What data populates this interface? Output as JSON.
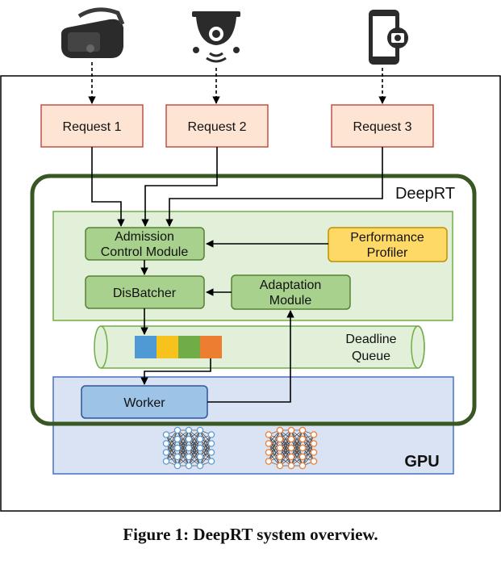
{
  "devices": {
    "vr": {
      "icon": "vr-headset-icon"
    },
    "camera": {
      "icon": "security-camera-icon"
    },
    "phone": {
      "icon": "smartphone-camera-icon"
    }
  },
  "requests": [
    "Request 1",
    "Request 2",
    "Request 3"
  ],
  "system": {
    "title": "DeepRT"
  },
  "modules": {
    "admission": [
      "Admission",
      "Control Module"
    ],
    "profiler": [
      "Performance",
      "Profiler"
    ],
    "disbatcher": "DisBatcher",
    "adaptation": [
      "Adaptation",
      "Module"
    ],
    "queue": [
      "Deadline",
      "Queue"
    ],
    "worker": "Worker",
    "gpu": "GPU"
  },
  "queue_colors": [
    "#4f9ad4",
    "#f7c21b",
    "#70ad47",
    "#ed7d31"
  ],
  "colors": {
    "request_fill": "#fde4d3",
    "request_stroke": "#c0504d",
    "module_fill": "#a9d18e",
    "module_stroke": "#548235",
    "profiler_fill": "#ffd966",
    "profiler_stroke": "#bf9000",
    "inner_bg": "#e2efd9",
    "gpu_bg": "#dae3f3",
    "gpu_stroke": "#4472c4",
    "worker_fill": "#9dc3e6",
    "deeprt_border": "#385723",
    "nn_blue": "#5b9bd5",
    "nn_orange": "#ed7d31"
  },
  "caption": "Figure 1: DeepRT system overview."
}
